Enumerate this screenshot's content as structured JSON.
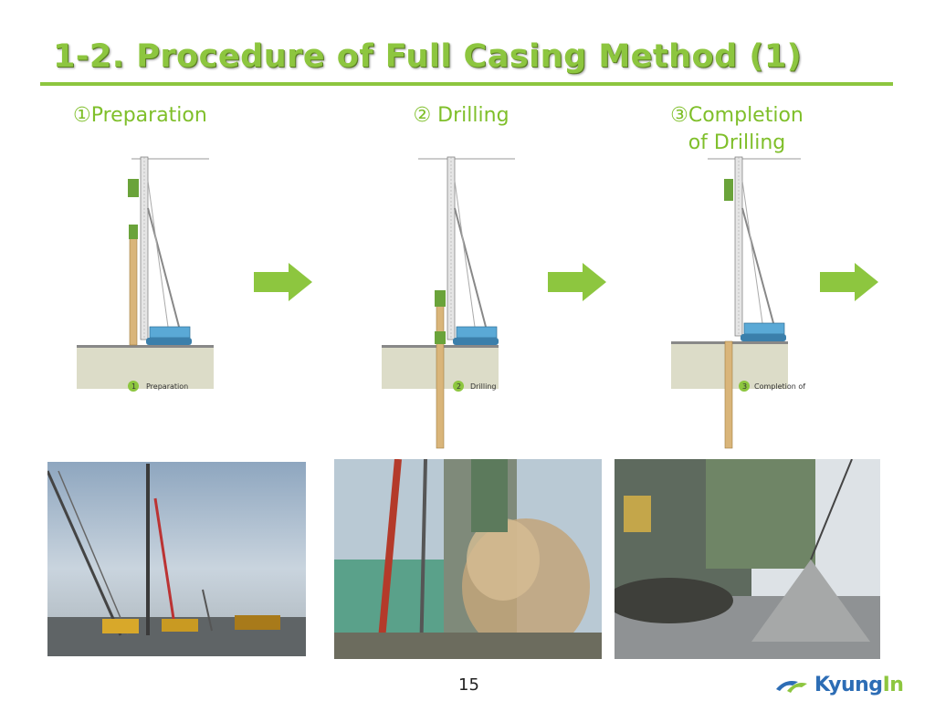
{
  "slide": {
    "title": "1-2. Procedure of Full Casing Method (1)",
    "page_number": "15"
  },
  "steps": [
    {
      "label_line1": "①Preparation",
      "label_line2": "",
      "diagram_caption": "Preparation",
      "diagram_number": "1"
    },
    {
      "label_line1": "② Drilling",
      "label_line2": "",
      "diagram_caption": "Drilling",
      "diagram_number": "2"
    },
    {
      "label_line1": "③Completion",
      "label_line2": "of Drilling",
      "diagram_caption": "Completion of d",
      "diagram_number": "3"
    }
  ],
  "logo": {
    "brand": "Kyung",
    "brand_suffix": "In"
  },
  "colors": {
    "accent_green": "#8dc63f",
    "logo_blue": "#2d6db5",
    "casing_tan": "#d9b57a",
    "rig_blue": "#5aa9d6"
  },
  "icons": {
    "arrow": "right-arrow-icon",
    "logo_mark": "kyungin-logo-icon"
  }
}
